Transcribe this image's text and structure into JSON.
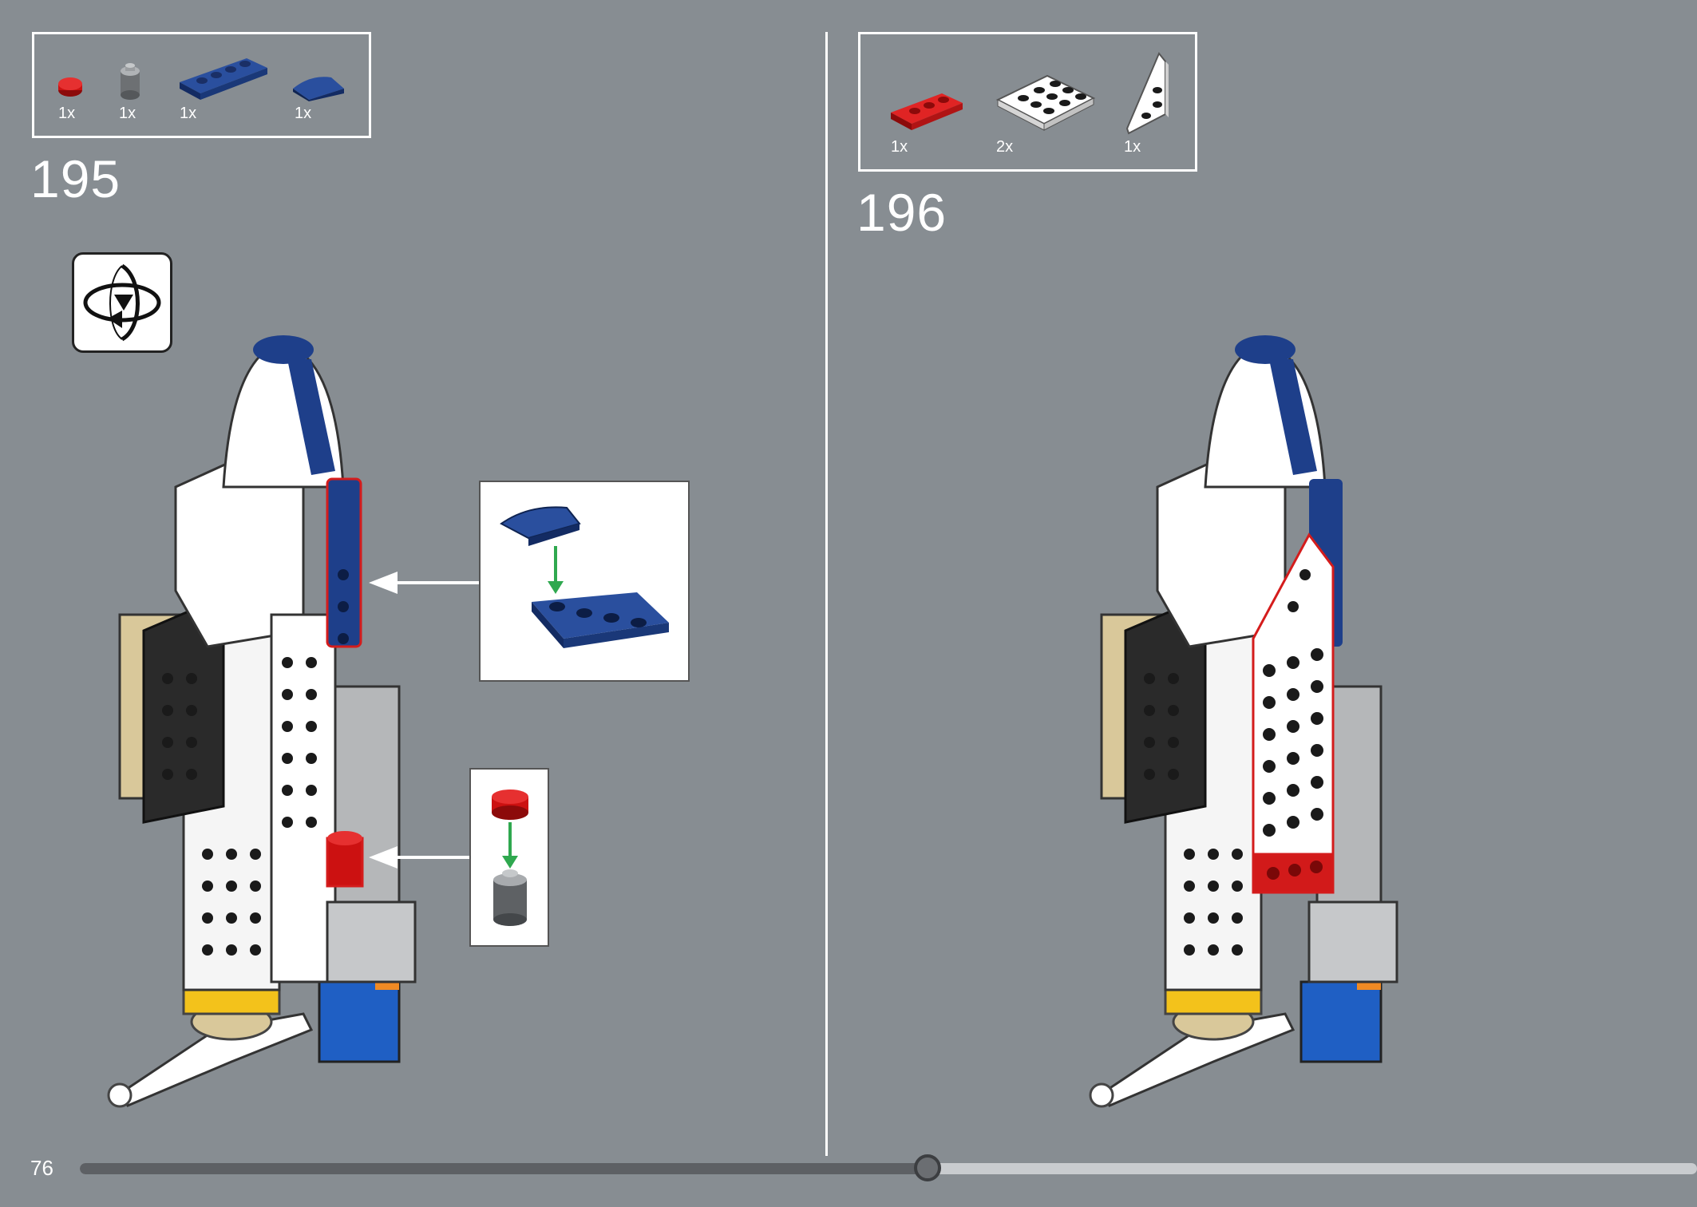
{
  "page": {
    "page_number": "76",
    "progress_percent": 52.4
  },
  "steps": [
    {
      "number": "195",
      "parts": [
        {
          "qty": "1x",
          "icon": "red-round-tile-1x1-icon",
          "color": "#cc1111"
        },
        {
          "qty": "1x",
          "icon": "gray-round-brick-1x1-icon",
          "color": "#8a8d90"
        },
        {
          "qty": "1x",
          "icon": "blue-plate-1x4-icon",
          "color": "#1e3f8a"
        },
        {
          "qty": "1x",
          "icon": "blue-curved-slope-icon",
          "color": "#1e3f8a"
        }
      ]
    },
    {
      "number": "196",
      "parts": [
        {
          "qty": "1x",
          "icon": "red-plate-1x3-icon",
          "color": "#d21a1a"
        },
        {
          "qty": "2x",
          "icon": "white-plate-3x3-icon",
          "color": "#f2f2f2"
        },
        {
          "qty": "1x",
          "icon": "white-wedge-plate-icon",
          "color": "#f2f2f2"
        }
      ]
    }
  ],
  "colors": {
    "background": "#878d92",
    "white": "#ffffff",
    "dark_blue": "#1e3f8a",
    "red": "#cc1111",
    "highlight_red": "#d41c1c",
    "tan": "#d9c89a",
    "black": "#2a2a2a",
    "yellow": "#f3c21b",
    "orange": "#f08a24",
    "bright_blue": "#1f5fc4",
    "green_arrow": "#2fa84f"
  }
}
